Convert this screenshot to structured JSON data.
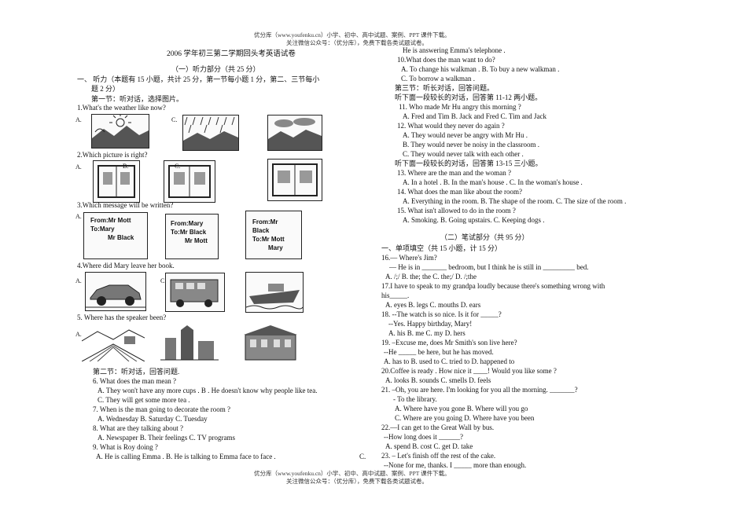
{
  "header": {
    "line1": "优分库（www.youfenku.cn）小学、初中、高中试题、案例、PPT 课件下载。",
    "line2": "关注微信公众号：（优分库），免费下载各类试题试卷。"
  },
  "footer": {
    "line1": "优分库（www.youfenku.cn）小学、初中、高中试题、案例、PPT 课件下载。",
    "line2": "关注微信公众号：（优分库），免费下载各类试题试卷。"
  },
  "left": {
    "title": "2006 学年初三第二学期回头考英语试卷",
    "part1": "（一）听力部分（共 25 分）",
    "sec_intro_a": "一、    听力（本题有 15 小题，共计 25 分，第一节每小题 1 分，第二、三节每小",
    "sec_intro_b": "题 2 分）",
    "s1": "第一节：听对话，选择图片。",
    "q1": "1.What's the weather like now?",
    "q2": "2.Which picture is right?",
    "q3": "3.Which message will be written?",
    "q4": "4.Where did Mary leave her book.",
    "q5": "5. Where has the speaker been?",
    "opt_a": "A.",
    "opt_b": "B.",
    "opt_c": "C.",
    "note1": [
      "From:Mr Mott",
      "To:Mary",
      "Mr Black"
    ],
    "note2": [
      "From:Mary",
      "To:Mr Black",
      "Mr Mott"
    ],
    "note3": [
      "From:Mr Black",
      "To:Mr Mott",
      "Mary"
    ],
    "s2": "第二节：听对话，回答问题.",
    "q6": "6. What does the man mean ?",
    "q6a": "A.  They won't have any more cups . B . He doesn't know why people like tea.",
    "q6c": "C.  They will get some more tea .",
    "q7": "7. When is the man going to decorate the room ?",
    "q7o": "A.  Wednesday     B. Saturday       C. Tuesday",
    "q8": "8. What are they talking about ?",
    "q8o": "A.  Newspaper     B.  Their feelings     C.  TV programs",
    "q9": "9. What is Roy doing ?",
    "q9o": "A.  He is calling Emma .     B.  He is talking to Emma face to face .",
    "q9c": "C."
  },
  "right": {
    "q9c_cont": "He is answering Emma's telephone .",
    "q10": "10.What does the man want to do?",
    "q10ab": "A.  To change his walkman .     B.  To buy a new walkman .",
    "q10c": "C.  To borrow a walkman .",
    "s3": "第三节：听长对话，回答问题。",
    "s3a": "听下面一段较长的对话，回答第 11-12 两小题。",
    "q11": "11. Who made Mr Hu angry this morning ?",
    "q11o": "A.  Fred and Tim    B.  Jack and Fred     C.  Tim and Jack",
    "q12": "12. What would they never do again ?",
    "q12a": "A.  They would never be angry with Mr Hu .",
    "q12b": "B.  They would never be noisy in the classroom .",
    "q12c": "C.  They would never talk with each other .",
    "s3b": "听下面一段较长的对话，回答第 13-15 三小题。",
    "q13": "13. Where are the man and the woman ?",
    "q13o": "A.   In a hotel .     B.  In the man's house .     C.  In the woman's house .",
    "q14": "14. What does the man like about the room?",
    "q14o": "A.  Everything in the room.    B.  The shape of the room. C.  The size of the room .",
    "q15": "15. What isn't allowed to do in the room ?",
    "q15o": "A.  Smoking.     B.  Going upstairs.     C.  Keeping dogs .",
    "part2": "（二）笔试部分（共 95 分）",
    "sec2": "一、单项填空（共 15 小题，计 15 分）",
    "q16": "16.— Where's Jim?",
    "q16b": "—  He is in _______ bedroom, but I think he is still in _________ bed.",
    "q16o": "A. /;/          B. the; the          C. the;/          D. /;the",
    "q17a": "17.I    have    to    speak    to    my    grandpa    loudly    because    there's    something    wrong    with",
    "q17b": "his_____.",
    "q17o": "A. eyes      B. legs          C. mouths        D. ears",
    "q18": "18. --The watch is so nice. Is it for _____?",
    "q18b": "--Yes. Happy birthday, Mary!",
    "q18o": "A. his      B. me        C. my        D. hers",
    "q19": "19. –Excuse me, does Mr Smith's son live here?",
    "q19b": "--He _____ be here, but he has moved.",
    "q19o": "A. has to      B. used to     C. tried to       D. happened to",
    "q20": "20.Coffee is ready . How nice it ____! Would you like some ?",
    "q20o": "A. looks     B.  sounds      C.  smells       D.  feels",
    "q21": "21. –Oh, you are here. I'm looking for you all the morning. _______?",
    "q21b": "-      To the library.",
    "q21o1": "A. Where have you gone    B. Where will you go",
    "q21o2": "C. Where are you going     D. Where have you been",
    "q22": "22.—I can get to the Great Wall by bus.",
    "q22b": "--How long does it ______?",
    "q22o": "A. spend      B. cost        C. get       D. take",
    "q23": "23. – Let's finish off the rest of the cake.",
    "q23b": "--None for me, thanks. I _____ more than enough."
  }
}
